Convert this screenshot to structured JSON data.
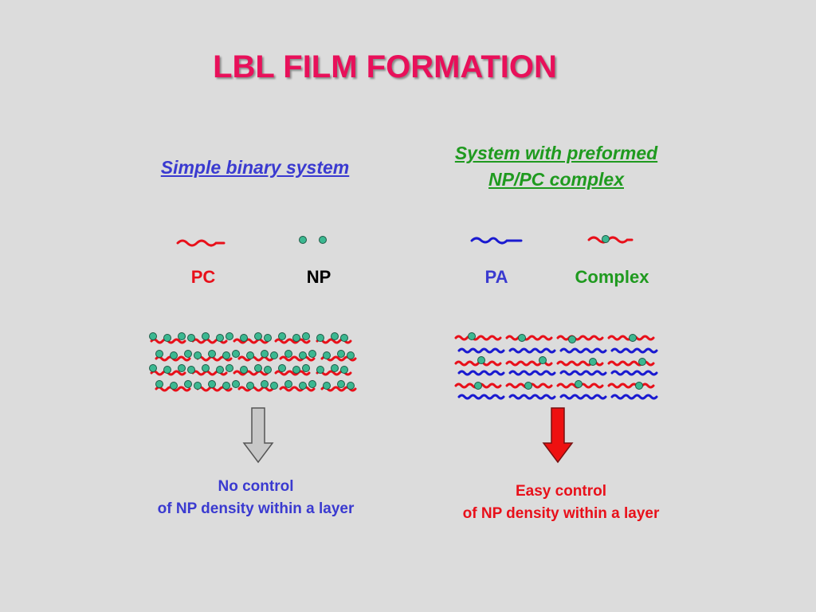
{
  "title": "LBL FILM FORMATION",
  "left": {
    "heading": "Simple binary system",
    "labels": {
      "pc": "PC",
      "np": "NP"
    },
    "caption": {
      "line1": "No control",
      "line2": "of NP density within a layer"
    }
  },
  "right": {
    "heading": {
      "line1": "System with preformed",
      "line2": "NP/PC complex"
    },
    "labels": {
      "pa": "PA",
      "complex": "Complex"
    },
    "caption": {
      "line1": "Easy control",
      "line2": "of NP density within a layer"
    }
  },
  "colors": {
    "title": "#e8105a",
    "pc_chain": "#e8101a",
    "pa_chain": "#1a1ad0",
    "np_particle": "#3cb891",
    "left_heading": "#3a3ad0",
    "right_heading": "#1f9a1f",
    "arrow_gray": "#c8c8c8",
    "arrow_red": "#ee1111"
  },
  "icons": [
    "pc-chain-icon",
    "np-particle-icon",
    "pa-chain-icon",
    "complex-icon",
    "gray-down-arrow-icon",
    "red-down-arrow-icon"
  ]
}
